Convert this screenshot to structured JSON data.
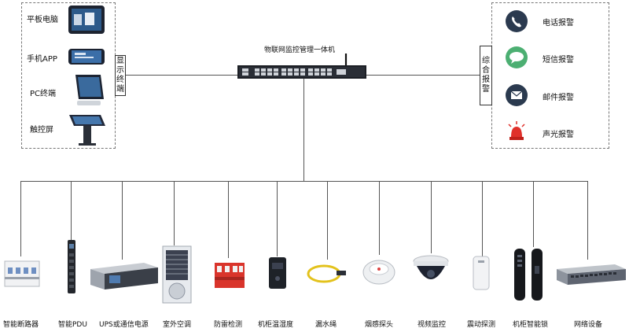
{
  "hub": {
    "title": "物联网监控管理一体机"
  },
  "display": {
    "box_label": "显示终端",
    "items": [
      {
        "label": "平板电脑"
      },
      {
        "label": "手机APP"
      },
      {
        "label": "PC终端"
      },
      {
        "label": "触控屏"
      }
    ]
  },
  "alarm": {
    "box_label": "综合报警",
    "items": [
      {
        "label": "电话报警",
        "icon": "phone-icon"
      },
      {
        "label": "短信报警",
        "icon": "sms-icon"
      },
      {
        "label": "邮件报警",
        "icon": "mail-icon"
      },
      {
        "label": "声光报警",
        "icon": "siren-icon"
      }
    ]
  },
  "devices": [
    {
      "label": "智能断路器"
    },
    {
      "label": "智能PDU"
    },
    {
      "label": "UPS或通信电源"
    },
    {
      "label": "室外空调"
    },
    {
      "label": "防雷检测"
    },
    {
      "label": "机柜温湿度"
    },
    {
      "label": "漏水绳"
    },
    {
      "label": "烟感探头"
    },
    {
      "label": "视频监控"
    },
    {
      "label": "震动探测"
    },
    {
      "label": "机柜智能锁"
    },
    {
      "label": "网络设备"
    }
  ],
  "colors": {
    "line": "#555555",
    "icon_dark": "#2b3a4f",
    "sms_green": "#4caf72",
    "siren_red": "#e0302a"
  }
}
